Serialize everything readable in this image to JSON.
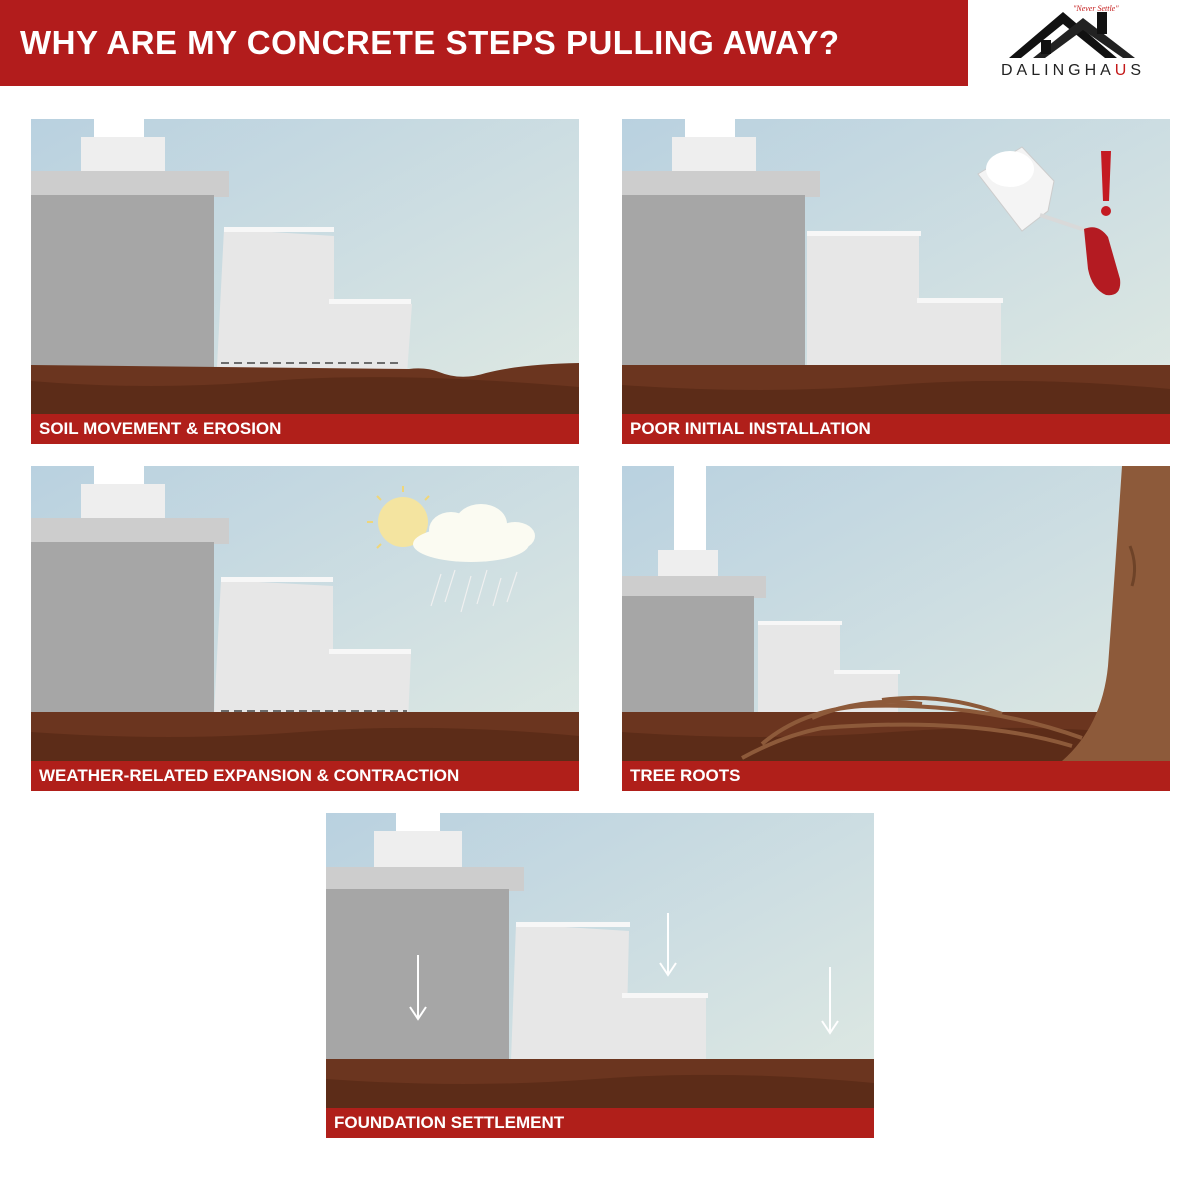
{
  "header": {
    "title": "WHY ARE MY CONCRETE STEPS PULLING AWAY?"
  },
  "logo": {
    "tagline": "\"Never Settle\"",
    "name_start": "DALINGHA",
    "name_u": "U",
    "name_end": "S"
  },
  "panels": [
    {
      "caption": "SOIL MOVEMENT & EROSION",
      "icon": "eroded-soil"
    },
    {
      "caption": "POOR INITIAL INSTALLATION",
      "icon": "trowel-exclamation-icon"
    },
    {
      "caption": "WEATHER-RELATED EXPANSION & CONTRACTION",
      "icon": "sun-cloud-rain-icon"
    },
    {
      "caption": "TREE ROOTS",
      "icon": "tree-roots-icon"
    },
    {
      "caption": "FOUNDATION SETTLEMENT",
      "icon": "down-arrow-icon"
    }
  ],
  "colors": {
    "header_red": "#b21c1c",
    "caption_red": "#b01f1a",
    "sky": "#c9dbe4",
    "soil": "#6b351f",
    "foundation_gray": "#a5a5a5",
    "steps_white": "#e6e6e6"
  }
}
